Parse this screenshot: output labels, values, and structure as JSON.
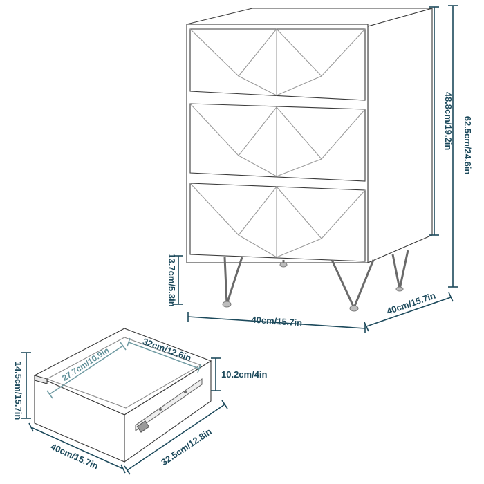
{
  "colors": {
    "dimension_line": "#1d4a5c",
    "outline": "#3a3a3a",
    "cabinet_fill": "#ffffff",
    "shadow": "#d8d8d8"
  },
  "cabinet": {
    "drawer_count": 3,
    "legs": 4,
    "dimensions": {
      "total_height": "62.5cm/24.6in",
      "body_height": "48.8cm/19.2in",
      "leg_height": "13.7cm/5.3in",
      "width": "40cm/15.7in",
      "depth": "40cm/15.7in"
    }
  },
  "drawer": {
    "dimensions": {
      "inner_depth": "27.7cm/10.9in",
      "inner_width": "32cm/12.6in",
      "inner_height": "10.2cm/4in",
      "outer_height": "14.5cm/15.7in",
      "outer_width": "40cm/15.7in",
      "outer_depth": "32.5cm/12.8in"
    }
  }
}
